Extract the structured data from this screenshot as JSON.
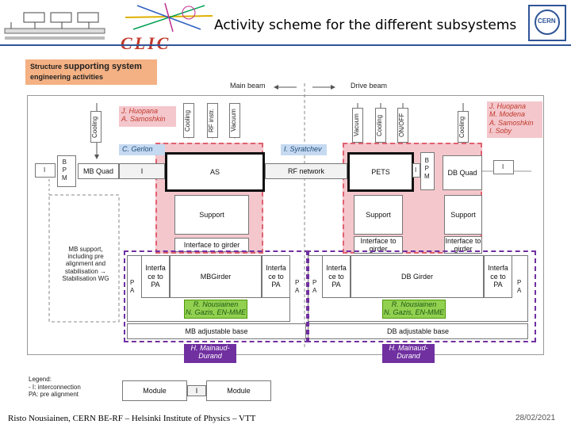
{
  "header": {
    "title": "Activity scheme for the different  subsystems",
    "clic_logo": "CLIC",
    "cern_logo": "CERN"
  },
  "structure_box": {
    "line1_small": "Structure",
    "line1_big": "supporting system",
    "line2": "engineering activities"
  },
  "beams": {
    "main": "Main beam",
    "drive": "Drive beam"
  },
  "arrow_labels": {
    "cooling": "Cooling",
    "rf_instr": "RF instr.",
    "vacuum": "Vacuum",
    "onoff": "ON/OFF"
  },
  "people": {
    "left_pink": [
      "J. Huopana",
      "A. Samoshkin"
    ],
    "right_pink": [
      "J. Huopana",
      "M. Modena",
      "A. Samoshkin",
      "I. Soby"
    ],
    "gerlon": "C. Gerlon",
    "syratchev": "I. Syratchev",
    "green_left": [
      "R. Nousiainen",
      "N. Gazis, EN-MME"
    ],
    "green_right": [
      "R. Nousiainen",
      "N. Gazis, EN-MME"
    ],
    "purple_left": [
      "H. Mainaud-",
      "Durand"
    ],
    "purple_right": [
      "H. Mainaud-",
      "Durand"
    ]
  },
  "components": {
    "bpm_letters": "B\nP\nM",
    "i_letter": "I",
    "mb_quad": "MB Quad",
    "as": "AS",
    "rf_network": "RF network",
    "pets": "PETS",
    "db_quad": "DB Quad",
    "support": "Support",
    "interface_girder": "Interface to girder",
    "interface_girder_2": "Interface to\ngirder",
    "interface_pa": "Interfa\nce to\nPA",
    "mb_girder": "MBGirder",
    "db_girder": "DB Girder",
    "pa_letters": "P\nA",
    "mb_base": "MB adjustable base",
    "db_base": "DB adjustable base",
    "mb_support_note": "MB support,\nincluding pre\nalignment and\nstabilisation →\nStabilisation WG"
  },
  "legend": {
    "title": "Legend:",
    "line1": "- I: interconnection",
    "line2": "PA: pre alignment",
    "module": "Module",
    "i": "I"
  },
  "footer": {
    "left": "Risto Nousiainen, CERN BE-RF – Helsinki Institute of Physics – VTT",
    "right": "28/02/2021"
  },
  "colors": {
    "pink": "#f4c7cc",
    "green": "#92d050",
    "purple": "#7030a0",
    "blue": "#c5d9f1",
    "orange": "#f4b183",
    "title_rule": "#2f5597"
  }
}
